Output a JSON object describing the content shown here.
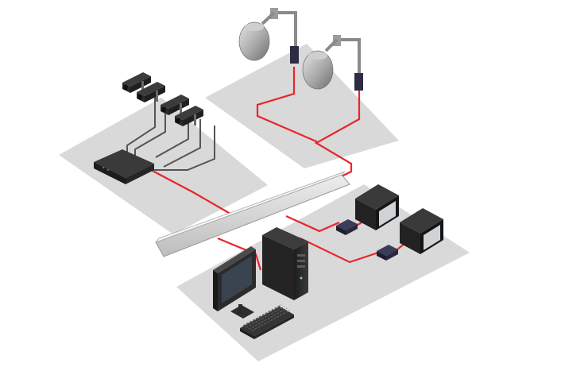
{
  "colors": {
    "background": "#ffffff",
    "platform": "#d9d9d9",
    "cable_video": "#e8262a",
    "cable_camera": "#555555",
    "device_dark": "#2a2a2a",
    "dome_silver": "#b8b8b8",
    "backbone": "#e0e0e0"
  },
  "diagram": {
    "zones": [
      {
        "id": "fixed-camera-zone",
        "devices": [
          "box-camera",
          "box-camera",
          "box-camera",
          "box-camera",
          "encoder-unit"
        ]
      },
      {
        "id": "ptz-dome-zone",
        "devices": [
          "ptz-dome-camera",
          "ptz-dome-camera"
        ]
      },
      {
        "id": "control-room-zone",
        "devices": [
          "crt-monitor",
          "crt-monitor",
          "video-adapter",
          "video-adapter",
          "server-tower",
          "lcd-monitor",
          "keyboard"
        ]
      }
    ],
    "links": [
      {
        "from": "encoder-unit",
        "to": "network-backbone",
        "cable": "cable_video"
      },
      {
        "from": "ptz-dome-camera",
        "to": "network-backbone",
        "cable": "cable_video"
      },
      {
        "from": "network-backbone",
        "to": "server-tower",
        "cable": "cable_video"
      },
      {
        "from": "network-backbone",
        "to": "video-adapter",
        "cable": "cable_video"
      },
      {
        "from": "box-camera",
        "to": "encoder-unit",
        "cable": "cable_camera"
      }
    ]
  }
}
